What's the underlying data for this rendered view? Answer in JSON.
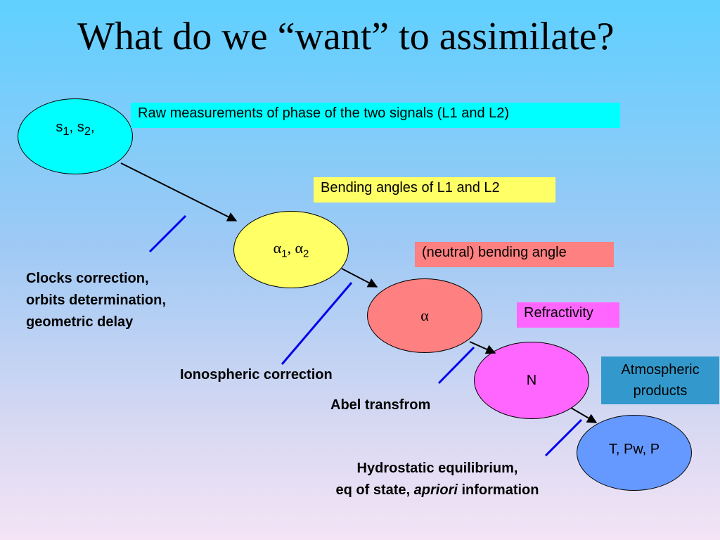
{
  "title": "What do we “want” to assimilate?",
  "nodes": {
    "s": {
      "base1": "s",
      "sub1": "1",
      "sep1": ", ",
      "base2": "s",
      "sub2": "2",
      "tail": ","
    },
    "alpha12": {
      "base1": "α",
      "sub1": "1",
      "sep1": ", ",
      "base2": "α",
      "sub2": "2"
    },
    "alpha": {
      "text": "α"
    },
    "n": {
      "text": "N"
    },
    "tpp": {
      "text": "T, Pw, P"
    }
  },
  "boxes": {
    "raw": "Raw measurements of phase of the two signals (L1 and L2)",
    "bending": "Bending angles of L1 and L2",
    "neutral": "(neutral) bending angle",
    "refractivity": "Refractivity",
    "atmospheric_line1": "Atmospheric",
    "atmospheric_line2": "products"
  },
  "labels": {
    "clocks_line1": "Clocks correction,",
    "clocks_line2": "orbits determination,",
    "clocks_line3": "geometric delay",
    "ionospheric": "Ionospheric correction",
    "abel": "Abel transfrom",
    "hydro_line1": "Hydrostatic equilibrium,",
    "hydro_line2_pre": "eq of state, ",
    "hydro_line2_em": "apriori",
    "hydro_line2_post": " information"
  },
  "colors": {
    "node_s": "#00ffff",
    "node_alpha12": "#ffff66",
    "node_alpha": "#ff8080",
    "node_n": "#ff66ff",
    "node_tpp": "#6699ff",
    "box_raw": "#00ffff",
    "box_bending": "#ffff66",
    "box_neutral": "#ff8080",
    "box_refractivity": "#ff66ff",
    "box_atmospheric": "#3399cc",
    "arrow_blue": "#0000ee"
  }
}
